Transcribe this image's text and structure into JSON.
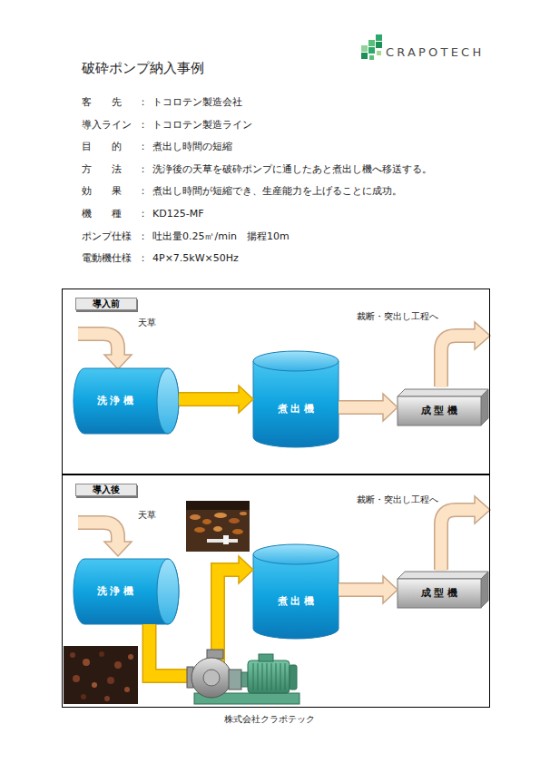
{
  "diagram": {
    "title": "破砕ポンプ納入事例",
    "nodes": [
      {
        "text": [
          "導入前"
        ]
      },
      {
        "text": [
          "洗 浄 機"
        ],
        "in": 0
      },
      {
        "text": [
          "煮 出 機"
        ],
        "in": 0
      },
      {
        "text": [
          "成 型 機"
        ],
        "in": 0
      },
      {
        "text": [
          "導入後"
        ]
      },
      {
        "text": [
          "洗 浄 機"
        ],
        "in": 4
      },
      {
        "text": [
          "煮 出 機"
        ],
        "in": 4
      },
      {
        "text": [
          "成 型 機"
        ],
        "in": 4
      }
    ],
    "edges": [
      {
        "from": 1,
        "to": 2,
        "arrow": "to"
      },
      {
        "from": 2,
        "to": 3,
        "arrow": "to"
      },
      {
        "from": 5,
        "to": 6,
        "arrow": "to"
      },
      {
        "from": 6,
        "to": 7,
        "arrow": "to"
      }
    ],
    "labels": [
      "CRAPOTECH",
      "客　　先",
      "：",
      "トコロテン製造会社",
      "導入ライン",
      "：",
      "トコロテン製造ライン",
      "目　　的",
      "：",
      "煮出し時間の短縮",
      "方　　法",
      "：",
      "洗浄後の天草を破砕ポンプに通したあと煮出し機へ移送する。",
      "効　　果",
      "：",
      "煮出し時間が短縮でき、生産能力を上げることに成功。",
      "機　　種",
      "：",
      "KD125-MF",
      "ポンプ仕様",
      "：",
      "吐出量0.25㎥/min　揚程10m",
      "電動機仕様",
      "：",
      "4P×7.5kW×50Hz",
      "天草",
      "裁断・突出し工程へ",
      "天草",
      "裁断・突出し工程へ",
      "株式会社クラポテック"
    ]
  }
}
